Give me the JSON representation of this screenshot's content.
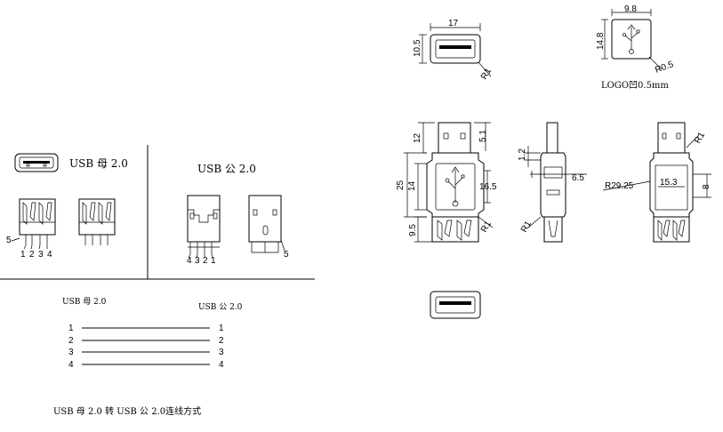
{
  "left": {
    "female_title": "USB 母 2.0",
    "male_title": "USB 公 2.0",
    "female_pins": [
      "1",
      "2",
      "3",
      "4",
      "5"
    ],
    "male_pins": [
      "4",
      "3",
      "2",
      "1",
      "5"
    ],
    "wiring_female_title": "USB 母 2.0",
    "wiring_male_title": "USB 公 2.0",
    "wiring_left_pins": [
      "1",
      "2",
      "3",
      "4"
    ],
    "wiring_right_pins": [
      "1",
      "2",
      "3",
      "4"
    ],
    "caption": "USB 母 2.0 转 USB 公 2.0连线方式"
  },
  "right": {
    "dim_17": "17",
    "dim_10_5": "10.5",
    "dim_r1_top": "R1",
    "dim_9_8": "9.8",
    "dim_14_8": "14.8",
    "dim_r0_5": "R0.5",
    "logo_note": "LOGO凹0.5mm",
    "dim_12": "12",
    "dim_5_1": "5.1",
    "dim_25": "25",
    "dim_14": "14",
    "dim_16_5": "16.5",
    "dim_9_5": "9.5",
    "dim_r1_front": "R1",
    "dim_1_2": "1.2",
    "dim_6_5": "6.5",
    "dim_r1_side": "R1",
    "dim_r1_back": "R1",
    "dim_r29_25": "R29.25",
    "dim_15_3": "15.3",
    "dim_8": "8"
  }
}
